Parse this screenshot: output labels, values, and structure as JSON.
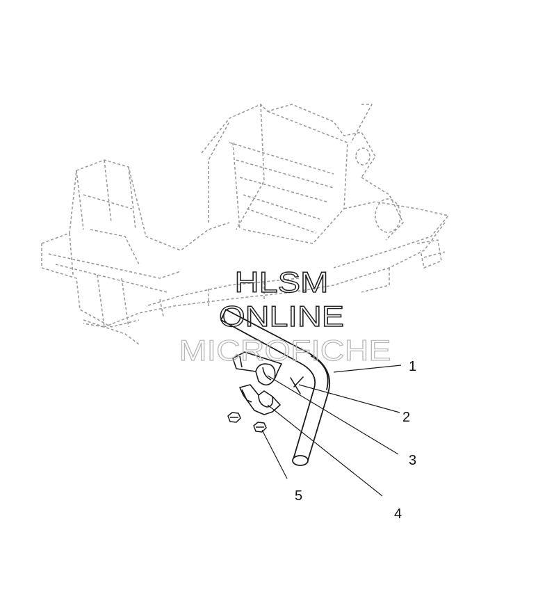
{
  "callouts": [
    {
      "label": "1"
    },
    {
      "label": "2"
    },
    {
      "label": "3"
    },
    {
      "label": "4"
    },
    {
      "label": "5"
    }
  ],
  "watermark": {
    "line1": "HLSM",
    "line2": "ONLINE",
    "line3": "MICROFICHE"
  },
  "colors": {
    "background": "#ffffff",
    "frame_dashed": "#9a9a9a",
    "part_line": "#1a1a1a"
  }
}
